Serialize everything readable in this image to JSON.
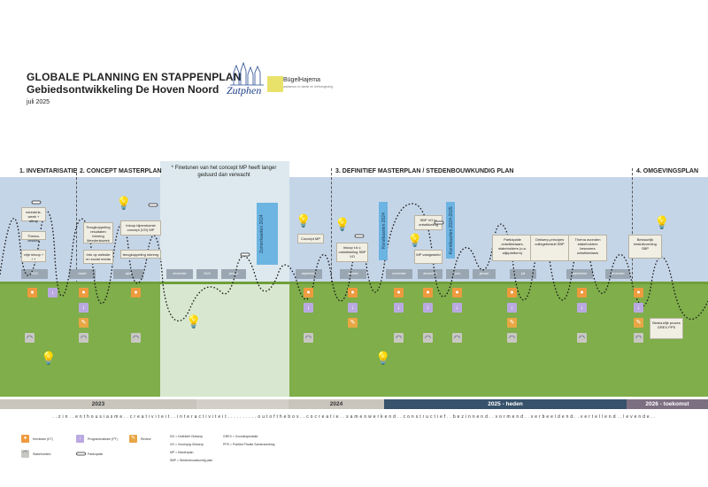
{
  "header": {
    "title": "GLOBALE PLANNING EN STAPPENPLAN",
    "subtitle": "Gebiedsontwikkeling De Hoven Noord",
    "date": "juli 2025",
    "logo_zutphen": "Zutphen",
    "logo_bh": "BügelHajema",
    "logo_bh_tag": "adviseurs in ruimte en leefomgeving"
  },
  "phases": [
    {
      "label": "1. INVENTARISATIE"
    },
    {
      "label": "2. CONCEPT MASTERPLAN"
    },
    {
      "label": "3. DEFINITIEF MASTERPLAN  / STEDENBOUWKUNDIG PLAN"
    },
    {
      "label": "4. OMGEVINGSPLAN"
    }
  ],
  "note": "Finetunen van het concept MP heeft langer geduurd dan verwacht",
  "months": [
    "2023",
    "maart",
    "april",
    "december",
    "2024",
    "januari",
    "september",
    "oktober",
    "november",
    "december",
    "juni",
    "januari",
    "juli",
    "september",
    "december"
  ],
  "cards": [
    "meedenk-week + aftrap",
    "Thema-sessies",
    "vrije inloop + / +",
    "Terugkoppeling resultaten inbreng Meedenkweek",
    "Info op website en social media",
    "Inloop bijeenkomst concept (VO) MP",
    "terugkoppeling inbreng",
    "Concept MP",
    "Inloop t.b.v. ontwikkeling SBP VO",
    "SBP VO in ontwikkeling",
    "MP vastgesteld",
    "Participatie ontwikkelaars, stakeholders (o.a. wijkplatform)",
    "Ontwerp-principes collegebesluit SBP",
    "Thema avonden stakeholders bewoners ontwikkelaars",
    "Bestuurlijk besluitvorming SBP",
    "Bestuurlijk proces GREX PPS"
  ],
  "vboxes": [
    "Zomerkaarten 2024",
    "Kerstkaarten 2024",
    "Kerstkaarten 2024-2025"
  ],
  "years": [
    "2023",
    "2024",
    "2025 - heden",
    "2026 - toekomst"
  ],
  "values": ". . z i n . . e n t h o u s i a s m e . . c r e a t i v i t e i t . . i n t e r a c t i v i t e i t . . . . . . . . . . o u t   o f   t h e   b o x . . c o c r e a t i e . . s a m e n w e r k e n d . . c o n s t r u c t i e f . . b e z i n n e n d . . v o r m e n d . . v e r b e e l d e n d . . v e r t e l l e n d . . l e v e n d e . .",
  "legend": {
    "k": "Kernteam (KT)",
    "p": "Programmateam (PT)",
    "r": "Review",
    "s": "Stakeholders",
    "pa": "Participatie",
    "ab1": "DO = Definitief Ontwerp",
    "ab2": "VO = Voorlopig Ontwerp",
    "ab3": "MP = Masterplan",
    "ab4": "SBP = Stedenbouwkundig plan",
    "ab5": "GREX = Grondexploitatie",
    "ab6": "PPS = Publiek Private Samenwerking"
  },
  "colors": {
    "top_band": "#c5d5e8",
    "bottom_band": "#7fae4a",
    "highlight": "#dde9ee",
    "year_2025": "#37526b",
    "year_2026": "#7d6f82"
  }
}
